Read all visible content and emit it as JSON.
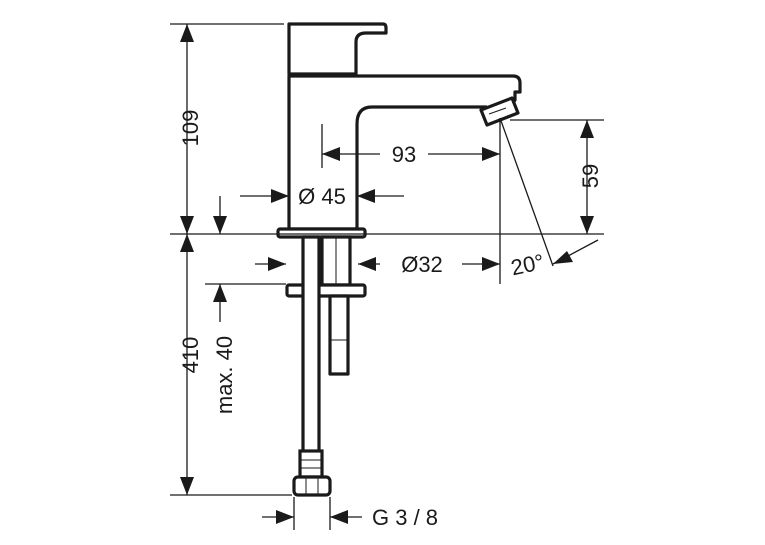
{
  "dimensions": {
    "total_height": "109",
    "spout_reach": "93",
    "spout_height": "59",
    "body_diameter": "Ø 45",
    "hole_diameter": "Ø32",
    "angle": "20°",
    "under_length": "410",
    "max_thickness": "max. 40",
    "connection": "G 3 / 8"
  }
}
